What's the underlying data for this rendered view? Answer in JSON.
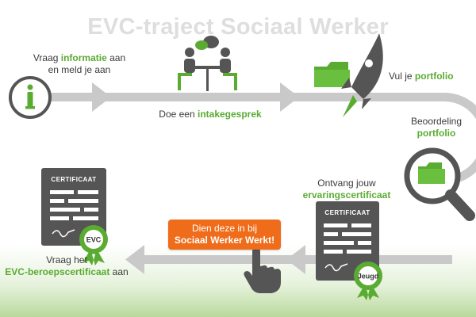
{
  "title": "EVC-traject Sociaal Werker",
  "steps": {
    "step1": {
      "pre": "Vraag ",
      "highlight": "informatie",
      "post": " aan",
      "line2": "en meld je aan"
    },
    "step2": {
      "pre": "Doe een ",
      "highlight": "intakegesprek"
    },
    "step3": {
      "pre": "Vul je ",
      "highlight": "portfolio"
    },
    "step4": {
      "line1": "Beoordeling",
      "highlight": "portfolio"
    },
    "step5": {
      "line1": "Ontvang jouw",
      "highlight": "ervaringscertificaat"
    },
    "step6": {
      "line1": "Dien deze in bij",
      "highlight": "Sociaal Werker Werkt!"
    },
    "step7": {
      "line1": "Vraag het",
      "highlight": "EVC-beroepscertificaat",
      "post": " aan"
    }
  },
  "certificates": {
    "left": {
      "label": "CERTIFICAAT",
      "seal": "EVC"
    },
    "right": {
      "label": "CERTIFICAAT",
      "seal": "Jeugd"
    }
  },
  "colors": {
    "green": "#5aab32",
    "orange": "#ef6c1a",
    "gray": "#555555",
    "track": "#c9c9c9"
  },
  "icons": [
    "info-icon",
    "meeting-icon",
    "rocket-icon",
    "folder-icon",
    "magnifier-folder-icon",
    "certificate-icon",
    "hand-pointer-icon"
  ]
}
